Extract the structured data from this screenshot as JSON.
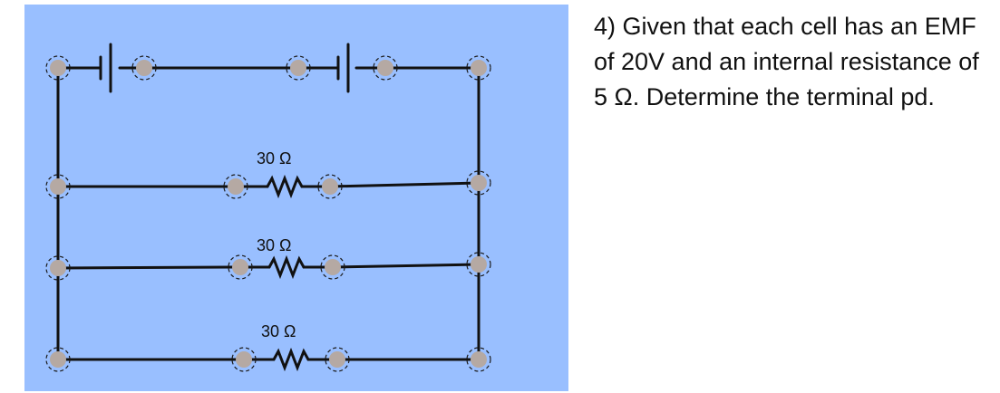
{
  "question": {
    "text": "4) Given that each cell has an EMF of 20V and an internal resistance of 5 Ω. Determine the terminal pd."
  },
  "circuit": {
    "cells": [
      {
        "name": "cell-1",
        "emf": "20V"
      },
      {
        "name": "cell-2",
        "emf": "20V"
      }
    ],
    "resistors": [
      {
        "label": "30 Ω"
      },
      {
        "label": "30 Ω"
      },
      {
        "label": "30 Ω"
      }
    ]
  },
  "colors": {
    "panel_background": "#99bfff",
    "wire": "#111111",
    "node": "#b5a9a3"
  },
  "icons": {
    "cell": "cell-icon",
    "resistor": "resistor-icon",
    "node": "connection-node-icon"
  }
}
